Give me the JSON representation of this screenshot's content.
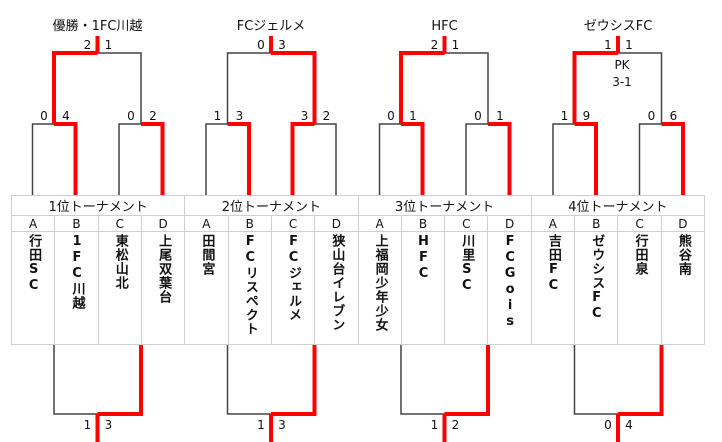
{
  "colors": {
    "winner": "#ff0000",
    "line": "#444444"
  },
  "groups": [
    {
      "name": "1位トーナメント",
      "champion": "優勝・1FC川越",
      "teams": [
        {
          "letter": "A",
          "name": "行田SC"
        },
        {
          "letter": "B",
          "name": "1FC川越"
        },
        {
          "letter": "C",
          "name": "東松山北"
        },
        {
          "letter": "D",
          "name": "上尾双葉台"
        }
      ],
      "semi1": {
        "left": "0",
        "right": "4",
        "winner": "right"
      },
      "semi2": {
        "left": "0",
        "right": "2",
        "winner": "right"
      },
      "final": {
        "left": "2",
        "right": "1",
        "winner": "left",
        "note1": "",
        "note2": ""
      },
      "bottom": {
        "left": "1",
        "right": "3",
        "winner": "right"
      }
    },
    {
      "name": "2位トーナメント",
      "champion": "FCジェルメ",
      "teams": [
        {
          "letter": "A",
          "name": "田間宮"
        },
        {
          "letter": "B",
          "name": "FCリスペクト"
        },
        {
          "letter": "C",
          "name": "FCジェルメ"
        },
        {
          "letter": "D",
          "name": "狭山台イレブン"
        }
      ],
      "semi1": {
        "left": "1",
        "right": "3",
        "winner": "right"
      },
      "semi2": {
        "left": "3",
        "right": "2",
        "winner": "left"
      },
      "final": {
        "left": "0",
        "right": "3",
        "winner": "right",
        "note1": "",
        "note2": ""
      },
      "bottom": {
        "left": "1",
        "right": "3",
        "winner": "right"
      }
    },
    {
      "name": "3位トーナメント",
      "champion": "HFC",
      "teams": [
        {
          "letter": "A",
          "name": "上福岡少年少女"
        },
        {
          "letter": "B",
          "name": "HFC"
        },
        {
          "letter": "C",
          "name": "川里SC"
        },
        {
          "letter": "D",
          "name": "FCGois"
        }
      ],
      "semi1": {
        "left": "0",
        "right": "1",
        "winner": "right"
      },
      "semi2": {
        "left": "0",
        "right": "1",
        "winner": "right"
      },
      "final": {
        "left": "2",
        "right": "1",
        "winner": "left",
        "note1": "",
        "note2": ""
      },
      "bottom": {
        "left": "1",
        "right": "2",
        "winner": "right"
      }
    },
    {
      "name": "4位トーナメント",
      "champion": "ゼウシスFC",
      "teams": [
        {
          "letter": "A",
          "name": "吉田FC"
        },
        {
          "letter": "B",
          "name": "ゼウシスFC"
        },
        {
          "letter": "C",
          "name": "行田泉"
        },
        {
          "letter": "D",
          "name": "熊谷南"
        }
      ],
      "semi1": {
        "left": "1",
        "right": "9",
        "winner": "right"
      },
      "semi2": {
        "left": "0",
        "right": "6",
        "winner": "right"
      },
      "final": {
        "left": "1",
        "right": "1",
        "winner": "left",
        "note1": "PK",
        "note2": "3-1"
      },
      "bottom": {
        "left": "0",
        "right": "4",
        "winner": "right"
      }
    }
  ]
}
